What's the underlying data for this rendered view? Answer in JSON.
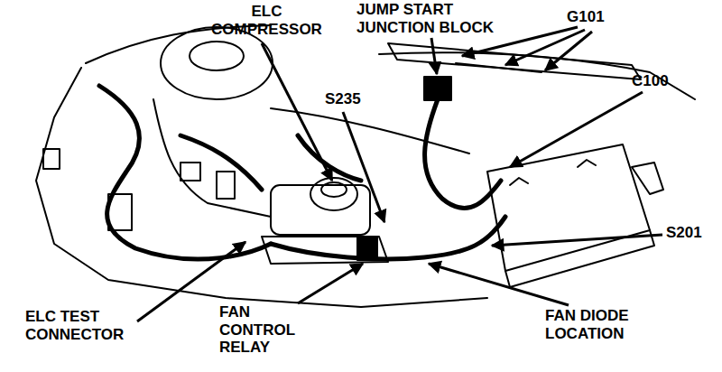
{
  "diagram": {
    "labels": [
      "ELC COMPRESSOR",
      "JUMP START JUNCTION BLOCK",
      "G101",
      "C100",
      "S235",
      "S201",
      "ELC TEST CONNECTOR",
      "FAN CONTROL RELAY",
      "FAN DIODE LOCATION"
    ]
  }
}
